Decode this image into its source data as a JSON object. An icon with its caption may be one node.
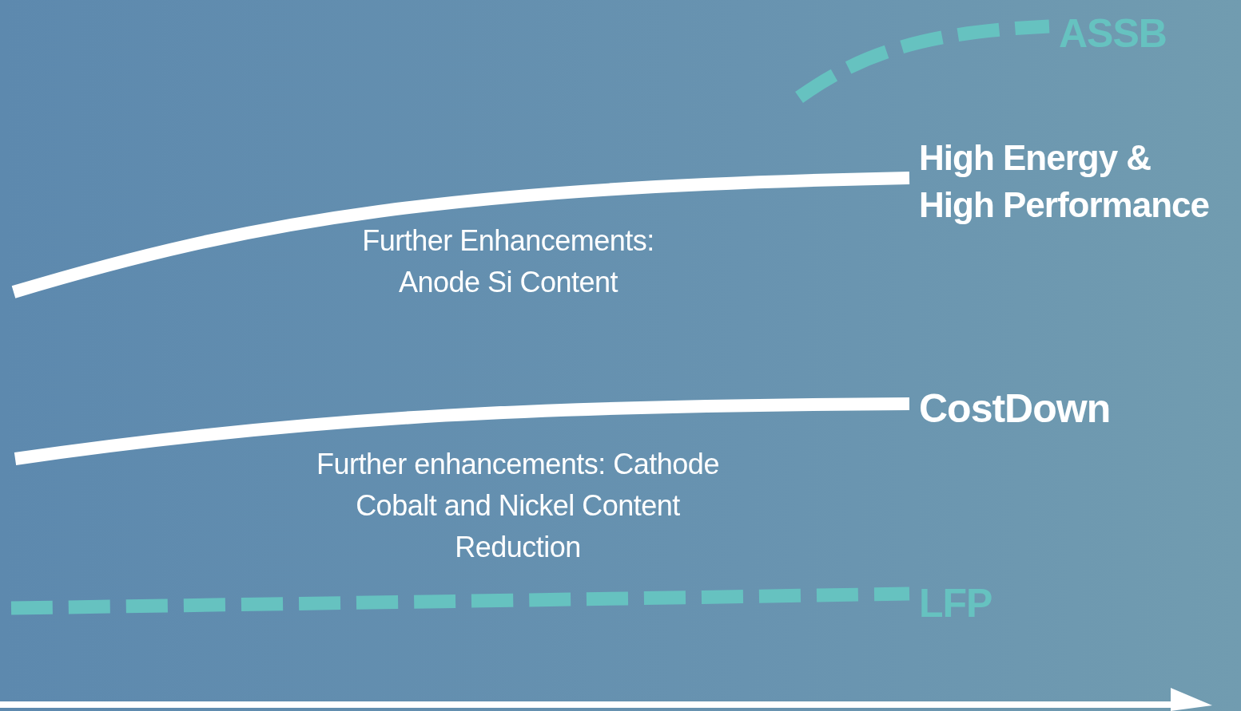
{
  "diagram": {
    "nodes": [
      {
        "text": [
          "ASSB"
        ]
      },
      {
        "text": [
          "High Energy & High Performance"
        ]
      },
      {
        "text": [
          "CostDown"
        ]
      },
      {
        "text": [
          "LFP"
        ]
      }
    ],
    "edges": [
      {
        "from": null,
        "to": 0,
        "arrow": "none",
        "style": "dashed",
        "color": "#66c2c0"
      },
      {
        "from": null,
        "to": 1,
        "arrow": "none",
        "label": "Further Enhancements: Anode Si Content",
        "color": "#ffffff"
      },
      {
        "from": null,
        "to": 2,
        "arrow": "none",
        "label": "Further enhancements: Cathode Cobalt and Nickel Content Reduction",
        "color": "#ffffff"
      },
      {
        "from": null,
        "to": 3,
        "arrow": "none",
        "style": "dashed",
        "color": "#66c2c0"
      }
    ]
  }
}
